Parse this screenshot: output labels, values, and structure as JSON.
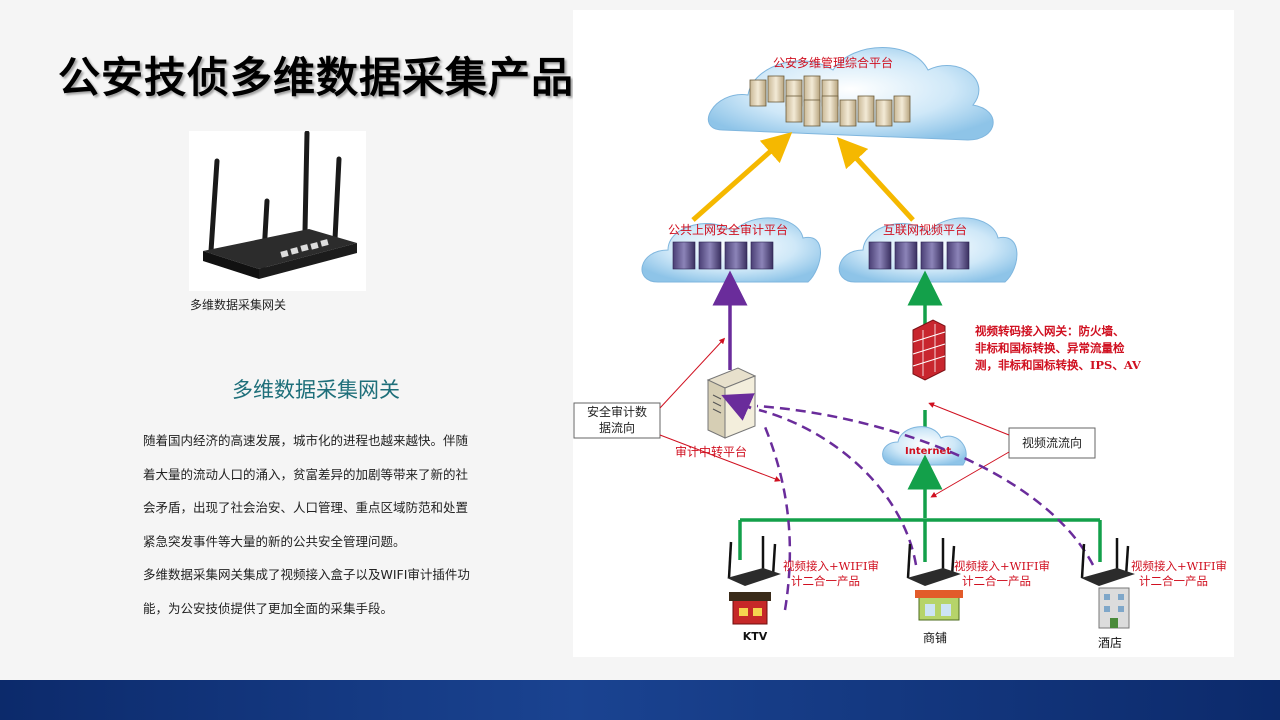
{
  "slide": {
    "title": "公安技侦多维数据采集产品",
    "product_caption": "多维数据采集网关",
    "section_heading": "多维数据采集网关",
    "description_lines": [
      "随着国内经济的高速发展，城市化的进程也越来越快。伴随",
      "着大量的流动人口的涌入，贫富差异的加剧等带来了新的社",
      "会矛盾，出现了社会治安、人口管理、重点区域防范和处置",
      "紧急突发事件等大量的新的公共安全管理问题。",
      "多维数据采集网关集成了视频接入盒子以及WIFI审计插件功",
      "能，为公安技侦提供了更加全面的采集手段。"
    ]
  },
  "diagram": {
    "top_platform": "公安多维管理综合平台",
    "audit_platform": "公共上网安全审计平台",
    "video_platform": "互联网视频平台",
    "firewall_note_lines": [
      "视频转码接入网关：防火墙、",
      "非标和国标转换、异常流量检",
      "测，非标和国标转换、IPS、AV"
    ],
    "audit_flow_box_lines": [
      "安全审计数",
      "据流向"
    ],
    "relay_platform": "审计中转平台",
    "internet": "Internet",
    "video_flow_box": "视频流流向",
    "gateway_label_lines": [
      "视频接入+WIFI审",
      "计二合一产品"
    ],
    "sites": [
      "KTV",
      "商铺",
      "酒店"
    ]
  },
  "colors": {
    "title": "#000000",
    "heading": "#1e6f7a",
    "red_label": "#d01020",
    "green_line": "#13a04a",
    "purple_line": "#6a2c9b",
    "yellow_arrow": "#f5b800",
    "cloud": "#b9dcf2",
    "bottom_bar": "#1a4391"
  }
}
